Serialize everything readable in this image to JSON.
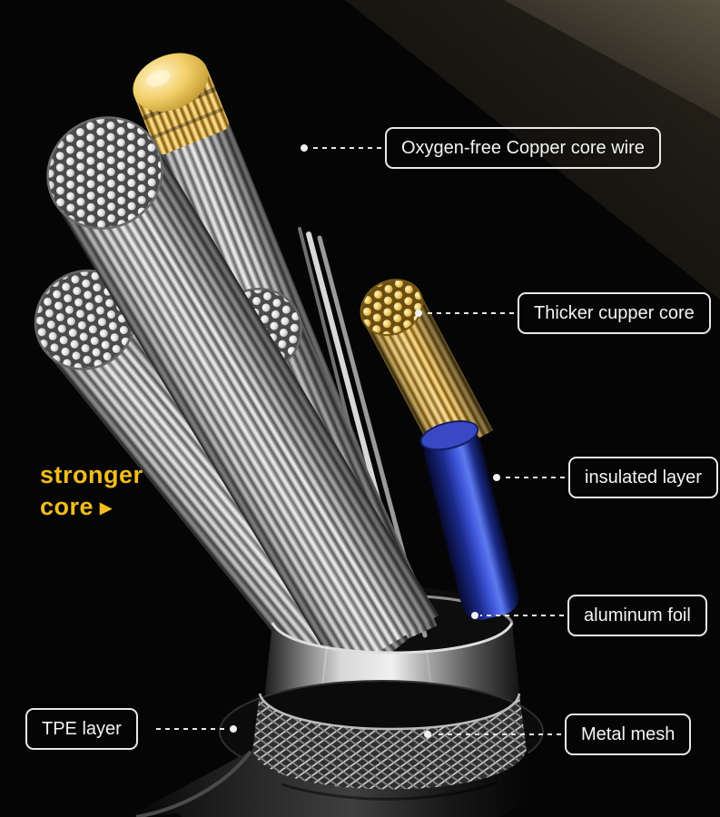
{
  "callouts": [
    {
      "id": "copper-core-wire",
      "label": "Oxygen-free Copper core wire"
    },
    {
      "id": "thicker-cupper-core",
      "label": "Thicker cupper core"
    },
    {
      "id": "insulated-layer",
      "label": "insulated layer"
    },
    {
      "id": "aluminum-foil",
      "label": "aluminum foil"
    },
    {
      "id": "metal-mesh",
      "label": "Metal mesh"
    },
    {
      "id": "tpe-layer",
      "label": "TPE layer"
    }
  ],
  "annotation": {
    "line1": "stronger",
    "line2": "core",
    "arrow": "▶"
  },
  "colors": {
    "accent_yellow": "#f2bd1d",
    "label_border": "#e9e9e9",
    "red_wire": "#d40914",
    "blue_wire": "#2b3db0",
    "copper_gold": "#e3b84e",
    "background": "#050505"
  }
}
